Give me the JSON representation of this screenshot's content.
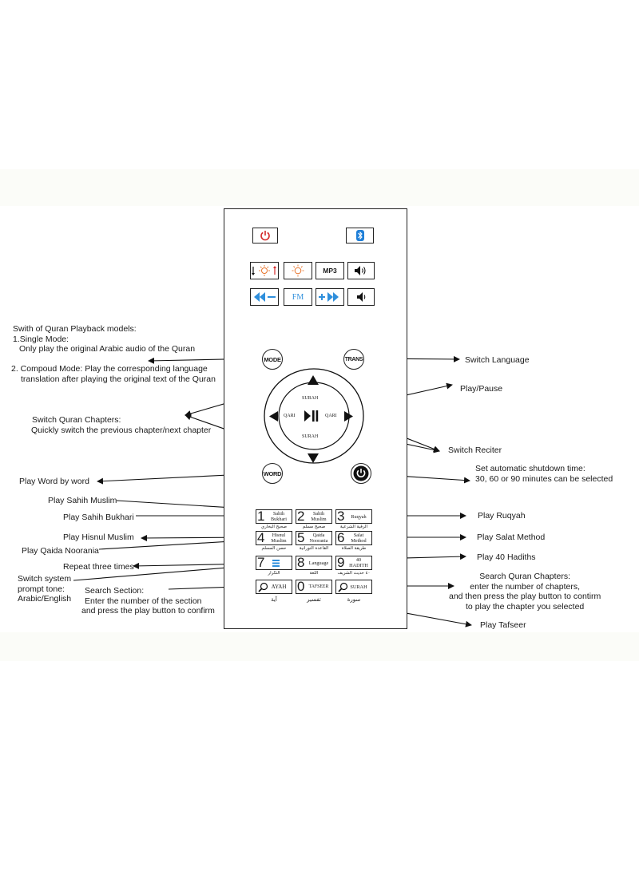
{
  "labels": {
    "models_title": "Swith of Quran Playback models:",
    "single_mode": "1.Single Mode:",
    "single_mode_desc": "Only play the original Arabic audio of the Quran",
    "compound_mode": "2. Compoud Mode: Play the corresponding language",
    "compound_mode_desc": "translation after playing the original text of the Quran",
    "switch_language": "Switch Language",
    "play_pause": "Play/Pause",
    "switch_chapters": "Switch Quran Chapters:",
    "switch_chapters_desc": "Quickly switch the previous chapter/next chapter",
    "switch_reciter": "Switch Reciter",
    "shutdown": "Set automatic shutdown time:",
    "shutdown_desc": "30, 60 or 90 minutes can be selected",
    "word_by_word": "Play Word by word",
    "sahih_muslim": "Play Sahih Muslim",
    "sahih_bukhari": "Play Sahih Bukhari",
    "ruqyah": "Play Ruqyah",
    "hisnul_muslim": "Play Hisnul Muslim",
    "salat_method": "Play Salat Method",
    "qaida_noorania": "Play Qaida Noorania",
    "forty_hadiths": "Play 40 Hadiths",
    "repeat": "Repeat three times",
    "prompt_tone_1": "Switch system",
    "prompt_tone_2": "prompt tone:",
    "prompt_tone_3": "Arabic/English",
    "search_section": "Search Section:",
    "search_section_desc1": "Enter the number of the section",
    "search_section_desc2": "and press the play button to confirm",
    "search_chapters": "Search Quran Chapters:",
    "search_chapters_desc1": "enter the number of chapters,",
    "search_chapters_desc2": "and then press the play button to contirm",
    "search_chapters_desc3": "to play the chapter you selected",
    "tafseer": "Play Tafseer"
  },
  "remote": {
    "mp3": "MP3",
    "fm": "FM",
    "mode": "MODE",
    "trans": "TRANS",
    "word": "WORD",
    "surah_top": "SURAH",
    "surah_bottom": "SURAH",
    "qari_left": "QARI",
    "qari_right": "QARI",
    "keys": [
      {
        "num": "1",
        "text": "Sahih Bukhari",
        "ar": "صحيح البخاري"
      },
      {
        "num": "2",
        "text": "Sahih Muslim",
        "ar": "صحيح مسلم"
      },
      {
        "num": "3",
        "text": "Ruqyah",
        "ar": "الرقية الشرعية"
      },
      {
        "num": "4",
        "text": "Hisnul Muslim",
        "ar": "حصن المسلم"
      },
      {
        "num": "5",
        "text": "Qaida Noorania",
        "ar": "القاعدة النورانية"
      },
      {
        "num": "6",
        "text": "Salat Method",
        "ar": "طريقة الصلاة"
      },
      {
        "num": "7",
        "text": "",
        "ar": "التكرار"
      },
      {
        "num": "8",
        "text": "Language",
        "ar": "اللغة"
      },
      {
        "num": "9",
        "text": "40 HADITH",
        "ar": "٤٠ حديث الشريف"
      },
      {
        "num": "",
        "text": "AYAH",
        "ar": "آية"
      },
      {
        "num": "0",
        "text": "TAFSEER",
        "ar": "تفسير"
      },
      {
        "num": "",
        "text": "SURAH",
        "ar": "سورة"
      }
    ]
  },
  "colors": {
    "power": "#d42a2a",
    "bluetooth": "#1f7fd8",
    "accent_blue": "#2f8fdc",
    "orange": "#e8732a"
  }
}
